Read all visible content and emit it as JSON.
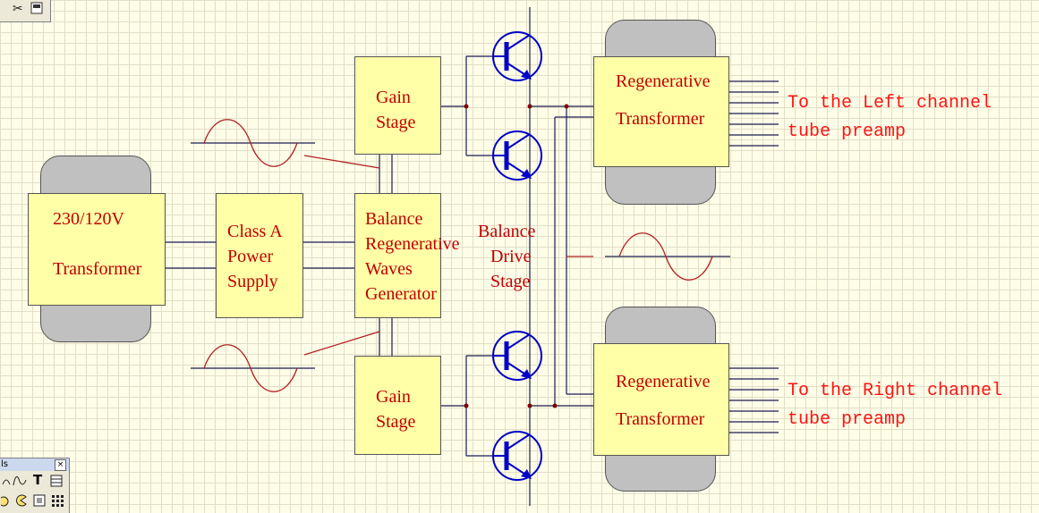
{
  "toolbar": {
    "icons": [
      "cut-icon",
      "paste-icon"
    ]
  },
  "palette": {
    "title": "ls",
    "close": "×",
    "tools": [
      "arc-tool",
      "bezier-tool",
      "text-tool",
      "table-tool",
      "circle-tool",
      "pie-tool",
      "frame-tool",
      "grid-tool"
    ],
    "text_tool_glyph": "T"
  },
  "blocks": {
    "power_transformer": {
      "line1": "230/120V",
      "line2": "Transformer"
    },
    "power_supply": {
      "line1": "Class A",
      "line2": "Power",
      "line3": "Supply"
    },
    "generator": {
      "line1": "Balance",
      "line2": "Regenerative",
      "line3": "Waves",
      "line4": "Generator"
    },
    "gain_top": {
      "line1": "Gain",
      "line2": "Stage"
    },
    "gain_bottom": {
      "line1": "Gain",
      "line2": "Stage"
    },
    "drive": {
      "line1": "Balance",
      "line2": "Drive",
      "line3": "Stage"
    },
    "regen_top": {
      "line1": "Regenerative",
      "line2": "Transformer"
    },
    "regen_bottom": {
      "line1": "Regenerative",
      "line2": "Transformer"
    }
  },
  "outputs": {
    "left": {
      "line1": "To the Left channel",
      "line2": "tube preamp"
    },
    "right": {
      "line1": "To the Right channel",
      "line2": "tube preamp"
    }
  },
  "colors": {
    "wire": "#1c1c50",
    "transistor": "#0000c8",
    "annotation": "#c00000",
    "output_text": "#ff1414",
    "block": "#ffffa8",
    "core": "#c0c0c0"
  }
}
